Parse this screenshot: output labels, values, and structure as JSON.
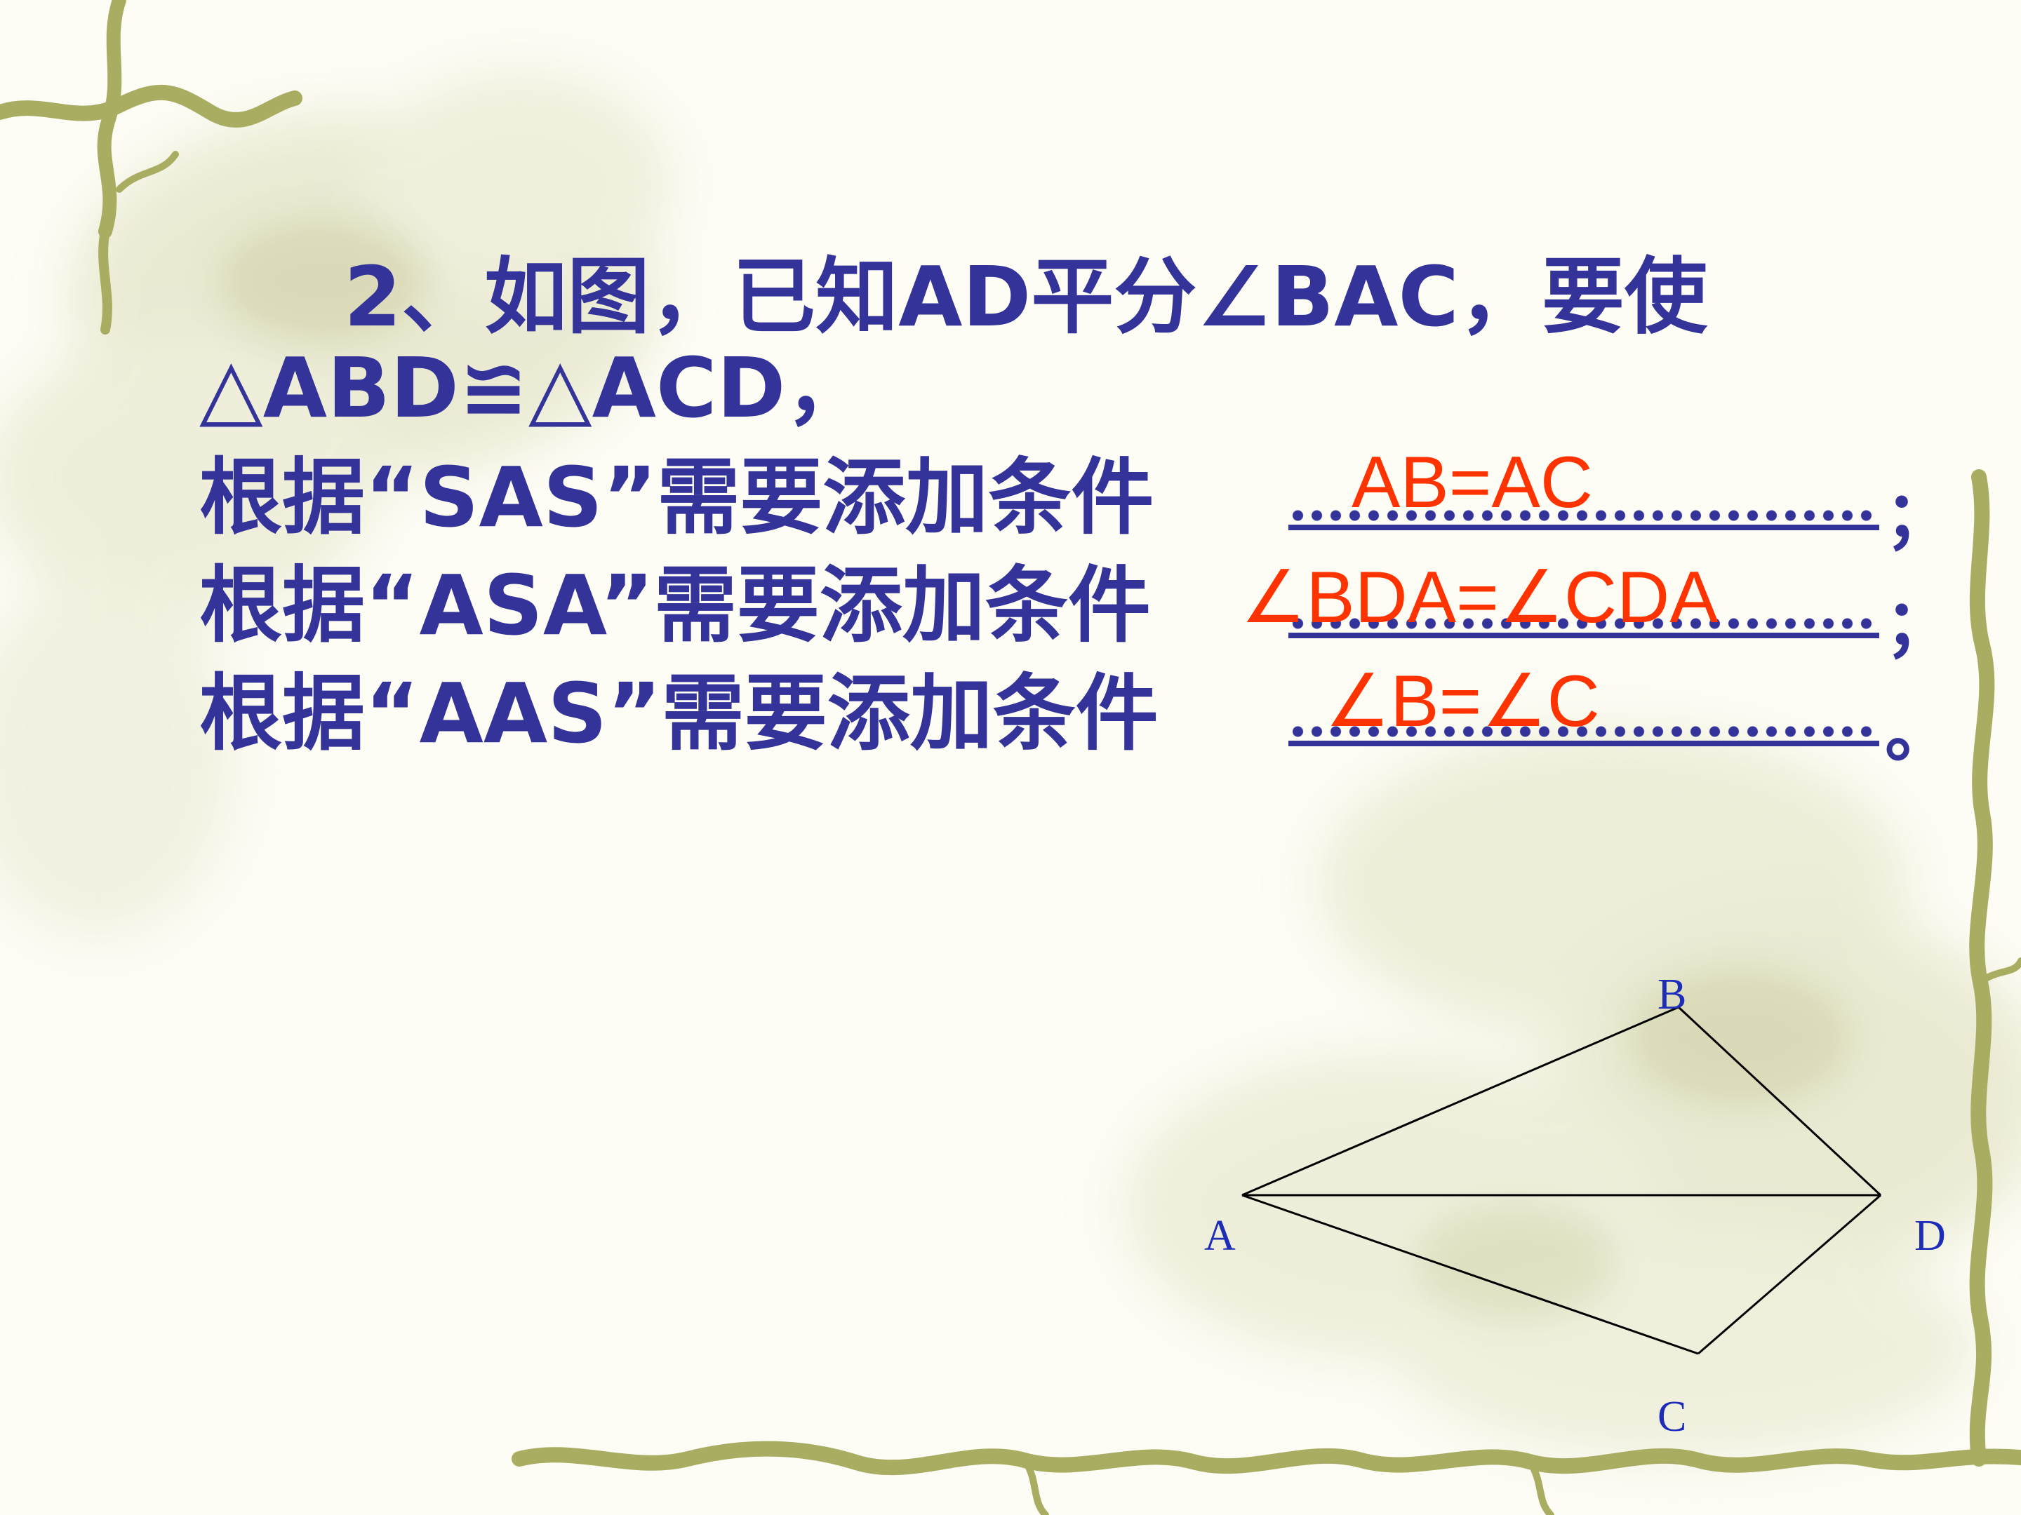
{
  "question": {
    "line1": "2、如图，已知AD平分∠BAC，要使",
    "line2": "△ABD≌△ACD，",
    "rows": [
      {
        "prefix": "根据“SAS”需要添加条件",
        "answer": "AB=AC",
        "end": "；"
      },
      {
        "prefix": "根据“ASA”需要添加条件",
        "answer": "∠BDA=∠CDA",
        "end": "；"
      },
      {
        "prefix": "根据“AAS”需要添加条件",
        "answer": "∠B=∠C",
        "end": "。"
      }
    ]
  },
  "diagram": {
    "points": {
      "A": "A",
      "B": "B",
      "C": "C",
      "D": "D"
    }
  },
  "colors": {
    "text": "#33339a",
    "answer": "#ff3300",
    "label": "#1e2db8",
    "vine": "#a8ad62"
  }
}
